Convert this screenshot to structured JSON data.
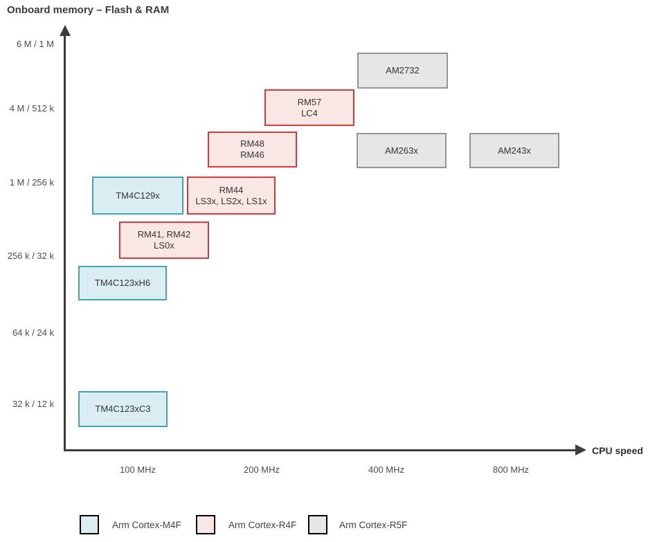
{
  "title": "Onboard memory – Flash & RAM",
  "chart_data": {
    "type": "scatter",
    "title": "Onboard memory – Flash & RAM",
    "xlabel": "CPU speed",
    "ylabel": "Onboard memory – Flash & RAM",
    "x_ticks": [
      "100 MHz",
      "200 MHz",
      "400 MHz",
      "800 MHz"
    ],
    "y_ticks": [
      "6 M / 1 M",
      "4 M / 512 k",
      "1 M / 256 k",
      "256 k / 32 k",
      "64 k / 24 k",
      "32 k / 12 k"
    ],
    "x_scale": "logarithmic (100–800 MHz)",
    "grid": false,
    "legend_position": "bottom",
    "legend": [
      {
        "label": "Arm Cortex-M4F",
        "fill": "#daeef2",
        "border": "#44a4b3"
      },
      {
        "label": "Arm Cortex-R4F",
        "fill": "#f9e7e6",
        "border": "#cf3a3a"
      },
      {
        "label": "Arm Cortex-R5F",
        "fill": "#e6e6e6",
        "border": "#939393"
      }
    ],
    "items": [
      {
        "label": "AM2732",
        "line2": "",
        "core": "Arm Cortex-R5F",
        "cpu_speed": "400 MHz",
        "memory_flash_ram": "≈6 M / 1 M"
      },
      {
        "label": "RM57",
        "line2": "LC4",
        "core": "Arm Cortex-R4F",
        "cpu_speed": "200–400 MHz",
        "memory_flash_ram": "4 M / 512 k"
      },
      {
        "label": "RM48",
        "line2": "RM46",
        "core": "Arm Cortex-R4F",
        "cpu_speed": "≈200 MHz",
        "memory_flash_ram": "1 M–4 M / 256 k–512 k"
      },
      {
        "label": "AM263x",
        "line2": "",
        "core": "Arm Cortex-R5F",
        "cpu_speed": "400 MHz",
        "memory_flash_ram": "1 M–4 M / 256 k–512 k"
      },
      {
        "label": "AM243x",
        "line2": "",
        "core": "Arm Cortex-R5F",
        "cpu_speed": "800 MHz",
        "memory_flash_ram": "1 M–4 M / 256 k–512 k"
      },
      {
        "label": "TM4C129x",
        "line2": "",
        "core": "Arm Cortex-M4F",
        "cpu_speed": "≈100–150 MHz",
        "memory_flash_ram": "1 M / 256 k"
      },
      {
        "label": "RM44",
        "line2": "LS3x, LS2x, LS1x",
        "core": "Arm Cortex-R4F",
        "cpu_speed": "≈150–200 MHz",
        "memory_flash_ram": "≈1 M / 256 k"
      },
      {
        "label": "RM41, RM42",
        "line2": "LS0x",
        "core": "Arm Cortex-R4F",
        "cpu_speed": "100–200 MHz",
        "memory_flash_ram": "256 k–1 M / 32 k–256 k"
      },
      {
        "label": "TM4C123xH6",
        "line2": "",
        "core": "Arm Cortex-M4F",
        "cpu_speed": "≈100 MHz",
        "memory_flash_ram": "256 k / 32 k"
      },
      {
        "label": "TM4C123xC3",
        "line2": "",
        "core": "Arm Cortex-M4F",
        "cpu_speed": "≈100 MHz",
        "memory_flash_ram": "32 k / 12 k"
      }
    ],
    "colors": {
      "axis": "#3d3d3d",
      "tick_text": "#4b4b4b",
      "title_text": "#3c3c3c",
      "m4f_fill": "#daeef2",
      "m4f_border": "#44a4b3",
      "r4f_fill": "#f9e7e6",
      "r4f_border": "#cf3a3a",
      "r5f_fill": "#e6e6e6",
      "r5f_border": "#939393"
    }
  }
}
